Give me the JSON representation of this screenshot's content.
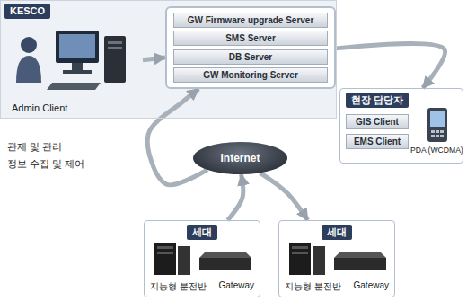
{
  "diagram": {
    "nodes": [
      {
        "text": [
          "KESCO"
        ]
      },
      {
        "text": [
          "Admin Client"
        ],
        "in": 0
      },
      {
        "text": [
          "GW Firmware upgrade Server",
          "SMS Server",
          "DB Server",
          "GW Monitoring Server"
        ],
        "in": 0
      },
      {
        "text": [
          "현장 담당자",
          "GIS Client",
          "EMS Client",
          "PDA (WCDMA)"
        ]
      },
      {
        "text": [
          "Internet"
        ]
      },
      {
        "text": [
          "세대",
          "지능형 분전반",
          "Gateway"
        ]
      },
      {
        "text": [
          "세대",
          "지능형 분전반",
          "Gateway"
        ]
      }
    ],
    "edges": [
      {
        "from": 1,
        "to": 2,
        "arrow": "to"
      },
      {
        "from": 2,
        "to": 3,
        "arrow": "to"
      },
      {
        "from": 4,
        "to": 2,
        "arrow": "to"
      },
      {
        "from": 5,
        "to": 4,
        "arrow": "to"
      },
      {
        "from": 4,
        "to": 6,
        "arrow": "to"
      }
    ],
    "labels": [
      "관제 및 관리",
      "정보 수집 및 제어"
    ]
  }
}
